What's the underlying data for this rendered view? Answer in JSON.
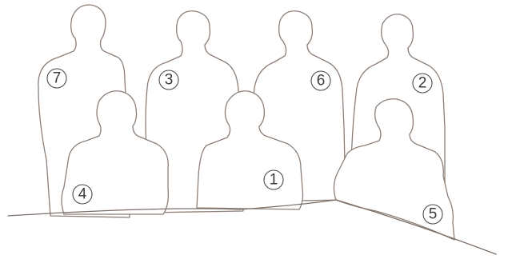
{
  "people": [
    {
      "id": "7",
      "label": "7"
    },
    {
      "id": "3",
      "label": "3"
    },
    {
      "id": "6",
      "label": "6"
    },
    {
      "id": "2",
      "label": "2"
    },
    {
      "id": "4",
      "label": "4"
    },
    {
      "id": "1",
      "label": "1"
    },
    {
      "id": "5",
      "label": "5"
    }
  ],
  "colors": {
    "outline": "#8c7f77",
    "badge_stroke": "#4a4a4a",
    "badge_text": "#3a3a3a",
    "background": "#ffffff"
  }
}
